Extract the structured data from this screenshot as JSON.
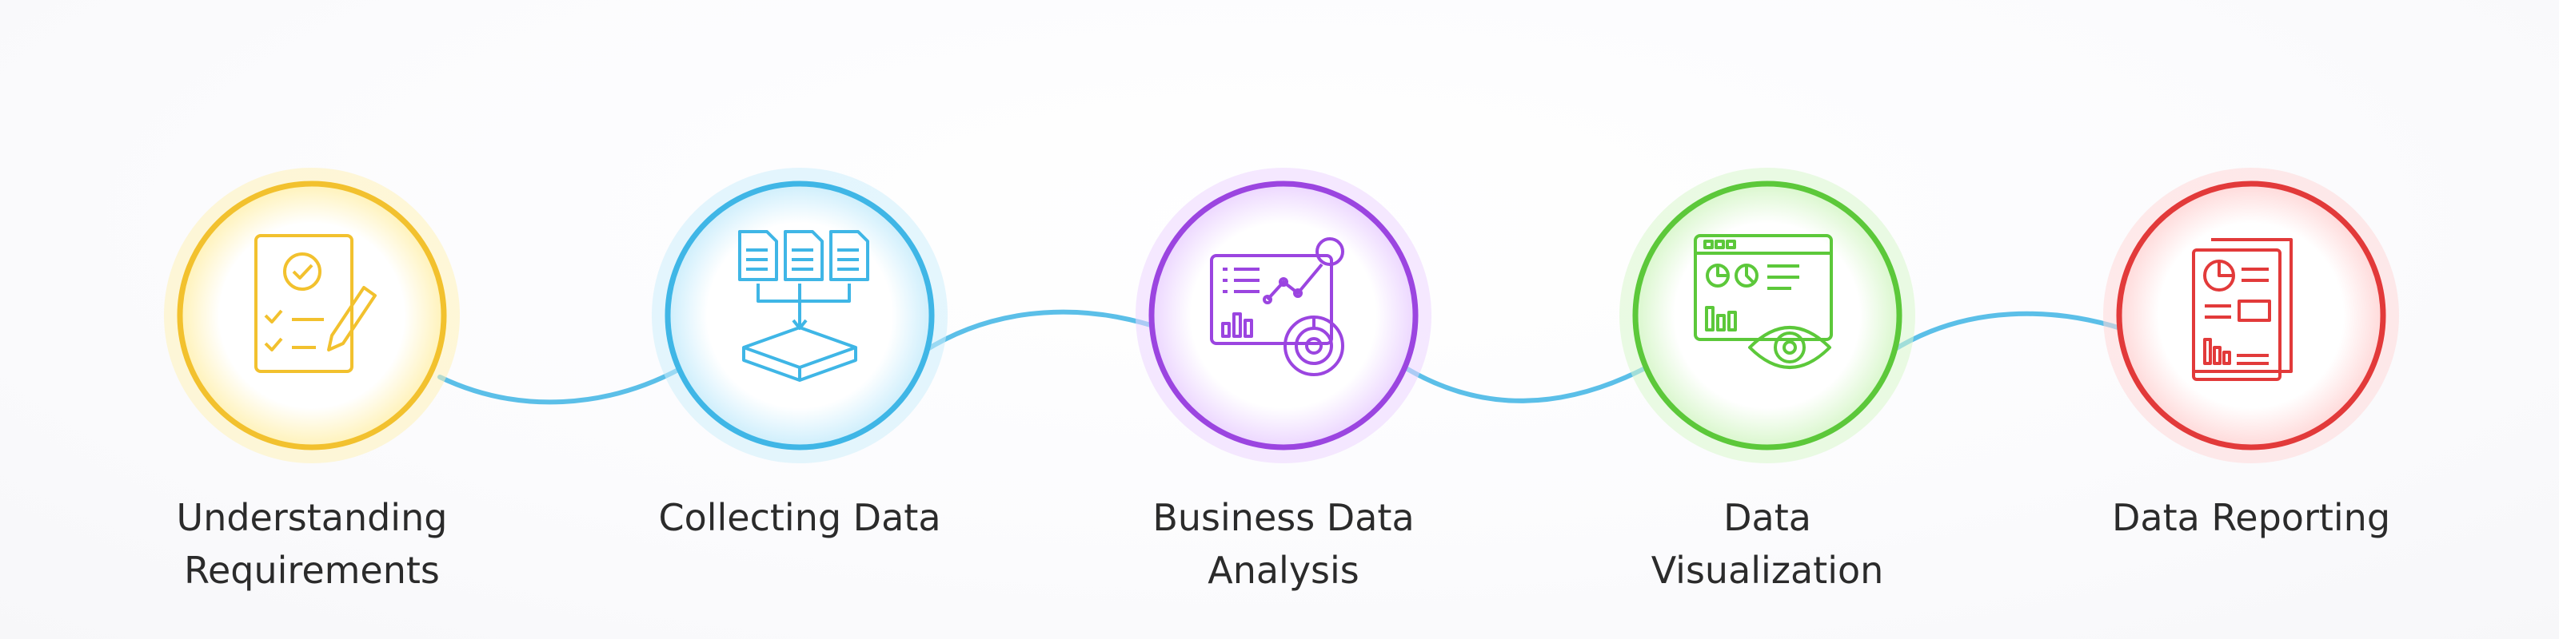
{
  "steps": [
    {
      "label": "Understanding\nRequirements",
      "color": "#f2c12e",
      "glow": "#fff2b8",
      "icon": "checklist-pencil-icon"
    },
    {
      "label": "Collecting Data",
      "color": "#3fb6e6",
      "glow": "#cdeefc",
      "icon": "documents-into-box-icon"
    },
    {
      "label": "Business Data\nAnalysis",
      "color": "#9b45e0",
      "glow": "#ecd6ff",
      "icon": "analytics-dashboard-icon"
    },
    {
      "label": "Data\nVisualization",
      "color": "#5cc83a",
      "glow": "#d9f7cc",
      "icon": "dashboard-eye-icon"
    },
    {
      "label": "Data Reporting",
      "color": "#e23a3a",
      "glow": "#ffd9d9",
      "icon": "report-document-icon"
    }
  ],
  "connector_color": "#5bbfe8"
}
